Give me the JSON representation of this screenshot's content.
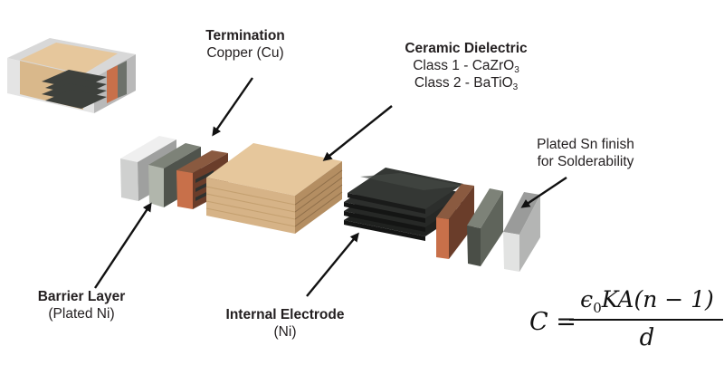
{
  "labels": {
    "termination": {
      "title": "Termination",
      "subtitle": "Copper (Cu)"
    },
    "ceramic": {
      "title": "Ceramic Dielectric",
      "class1_text": "Class 1 - CaZrO",
      "class1_sub": "3",
      "class2_text": "Class 2 - BaTiO",
      "class2_sub": "3"
    },
    "plated": {
      "line1": "Plated Sn finish",
      "line2": "for Solderability"
    },
    "barrier": {
      "title": "Barrier Layer",
      "subtitle": "(Plated Ni)"
    },
    "electrode": {
      "title": "Internal Electrode",
      "subtitle": "(Ni)"
    }
  },
  "formula": {
    "lhs": "C",
    "eq": "=",
    "num_eps": "ϵ",
    "num_eps_sub": "0",
    "num_rest": "KA(n − 1)",
    "den": "d"
  },
  "colors": {
    "ceramic": "#d9b88b",
    "copper": "#b36a45",
    "nickel": "#8f948a",
    "electrode": "#3d403c",
    "tin": "#c9cac9"
  }
}
